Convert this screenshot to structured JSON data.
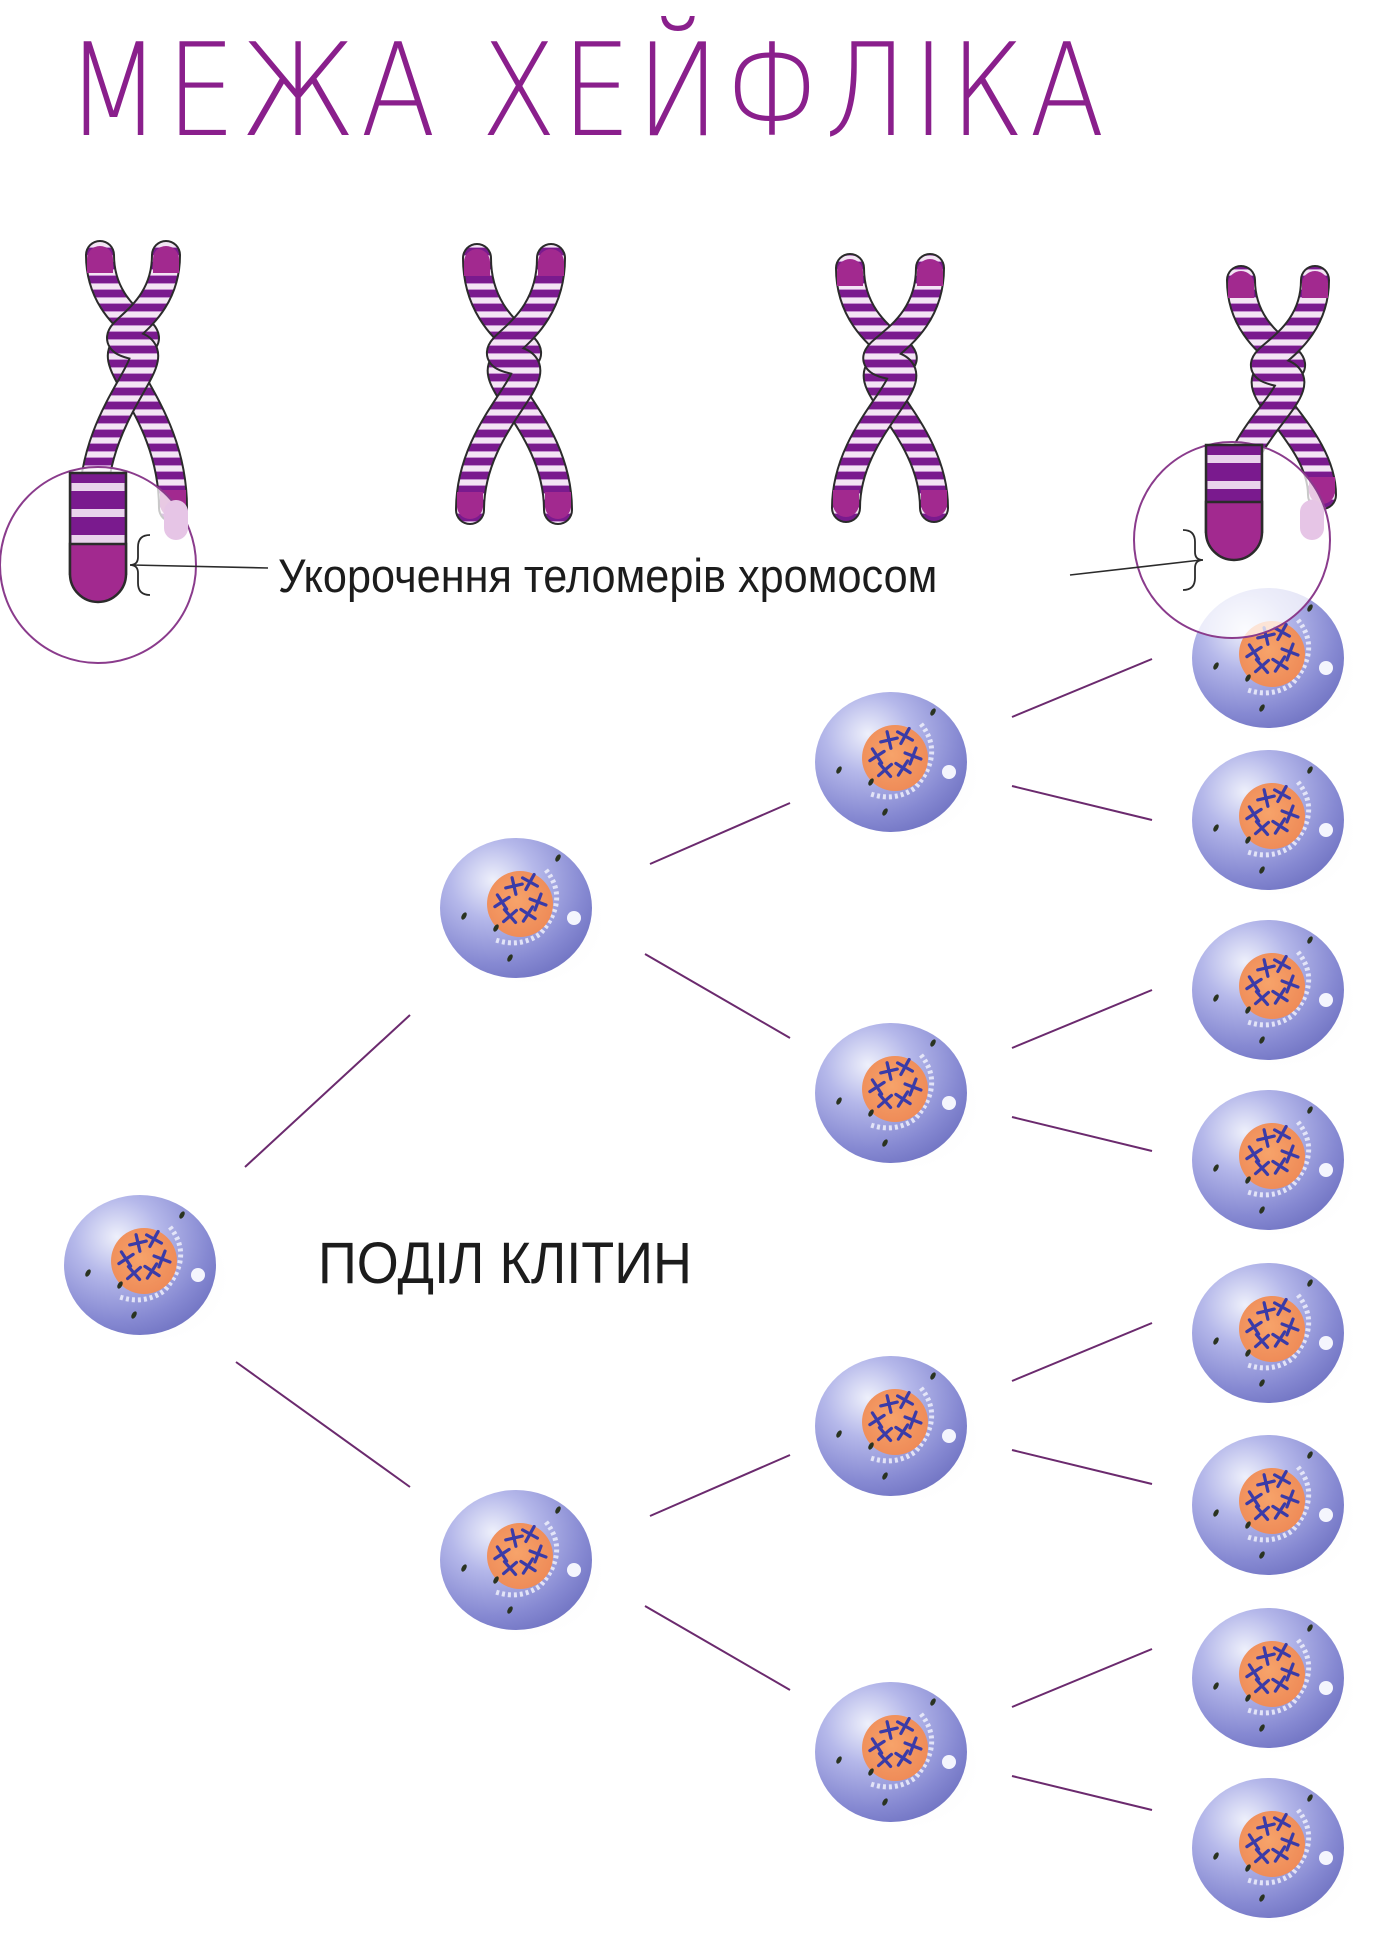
{
  "title": "МЕЖА ХЕЙФЛІКА",
  "telomere_label": "Укорочення теломерів хромосом",
  "division_label": "ПОДІЛ КЛІТИН",
  "chromosomes": [
    {
      "name": "chromosome-1",
      "stage": "shortened-telomere",
      "magnified": true
    },
    {
      "name": "chromosome-2",
      "stage": "normal",
      "magnified": false
    },
    {
      "name": "chromosome-3",
      "stage": "normal",
      "magnified": false
    },
    {
      "name": "chromosome-4",
      "stage": "shortened-telomere",
      "magnified": true
    }
  ],
  "division_tree": {
    "generations": [
      1,
      2,
      4,
      8
    ]
  },
  "colors": {
    "title": "#8a1f8c",
    "chromosome_band": "#7a1a8e",
    "chromosome_tip": "#a2298f",
    "cell_body": "#8c8fd6",
    "nucleus": "#f2955e",
    "connector": "#6b2a6e"
  }
}
